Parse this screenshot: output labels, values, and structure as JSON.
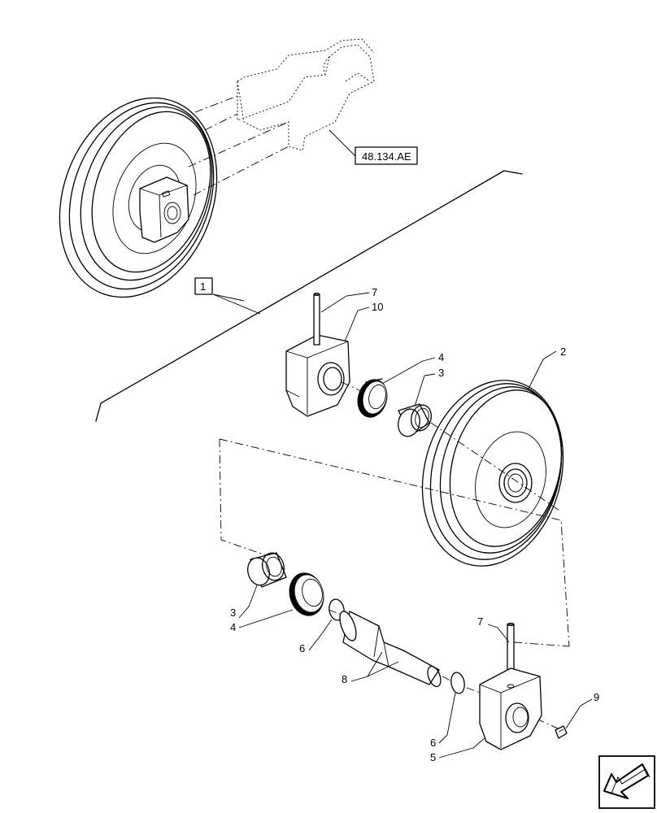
{
  "reference_label": "48.134.AE",
  "group_box_label": "1",
  "callouts": {
    "c7_top": "7",
    "c10": "10",
    "c4_top": "4",
    "c3_top": "3",
    "c2": "2",
    "c3_bottom": "3",
    "c4_bottom": "4",
    "c6_left": "6",
    "c8": "8",
    "c7_bottom": "7",
    "c9": "9",
    "c6_right": "6",
    "c5": "5"
  },
  "nav_icon": "arrow-down-left-icon"
}
